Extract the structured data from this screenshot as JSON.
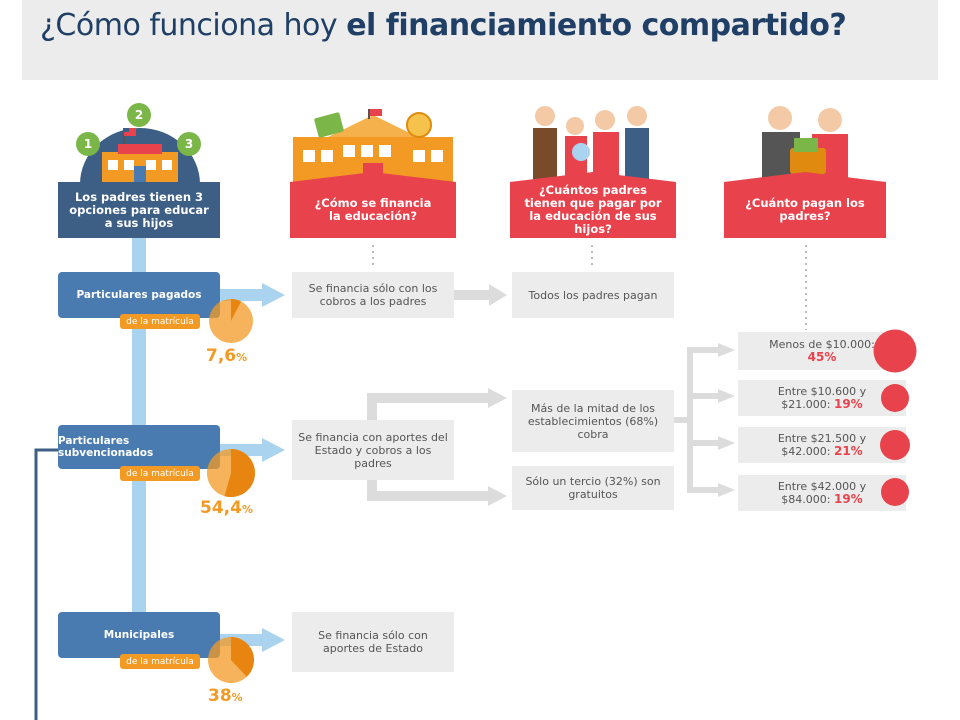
{
  "title": {
    "part1": "¿Cómo funciona hoy ",
    "part2": "el financiamiento compartido?"
  },
  "headers": {
    "options": "Los padres tienen 3 opciones para educar a sus hijos",
    "financing": "¿Cómo se financia la educación?",
    "how_many": "¿Cuántos padres tienen que pagar por la educación de sus hijos?",
    "how_much": "¿Cuánto pagan los padres?"
  },
  "school_numbers": [
    "1",
    "2",
    "3"
  ],
  "categories": [
    {
      "name": "Particulares pagados",
      "tag": "de la matrícula",
      "pct": "7,6",
      "pct_sign": "%",
      "share": 0.076,
      "financing": "Se financia sólo con los cobros a los padres"
    },
    {
      "name": "Particulares subvencionados",
      "tag": "de la matrícula",
      "pct": "54,4",
      "pct_sign": "%",
      "share": 0.544,
      "financing": "Se financia con aportes del Estado y cobros a los padres"
    },
    {
      "name": "Municipales",
      "tag": "de la matrícula",
      "pct": "38",
      "pct_sign": "%",
      "share": 0.38,
      "financing": "Se financia sólo con aportes de Estado"
    }
  ],
  "who_pays": {
    "all": "Todos los padres pagan",
    "more_half": "Más de la mitad de los establecimientos (68%) cobra",
    "third": "Sólo un tercio (32%) son gratuitos"
  },
  "payments": [
    {
      "range": "Menos de $10.000:",
      "pct": "45%",
      "value": 45
    },
    {
      "range": "Entre $10.600 y $21.000:",
      "pct": "19%",
      "value": 19
    },
    {
      "range": "Entre $21.500 y $42.000:",
      "pct": "21%",
      "value": 21
    },
    {
      "range": "Entre $42.000 y $84.000:",
      "pct": "19%",
      "value": 19
    }
  ],
  "colors": {
    "navy": "#3d5f86",
    "blue": "#4a7bb0",
    "light_blue": "#a9d3ee",
    "red": "#e8434d",
    "orange": "#f39a24",
    "gray": "#ececec"
  }
}
